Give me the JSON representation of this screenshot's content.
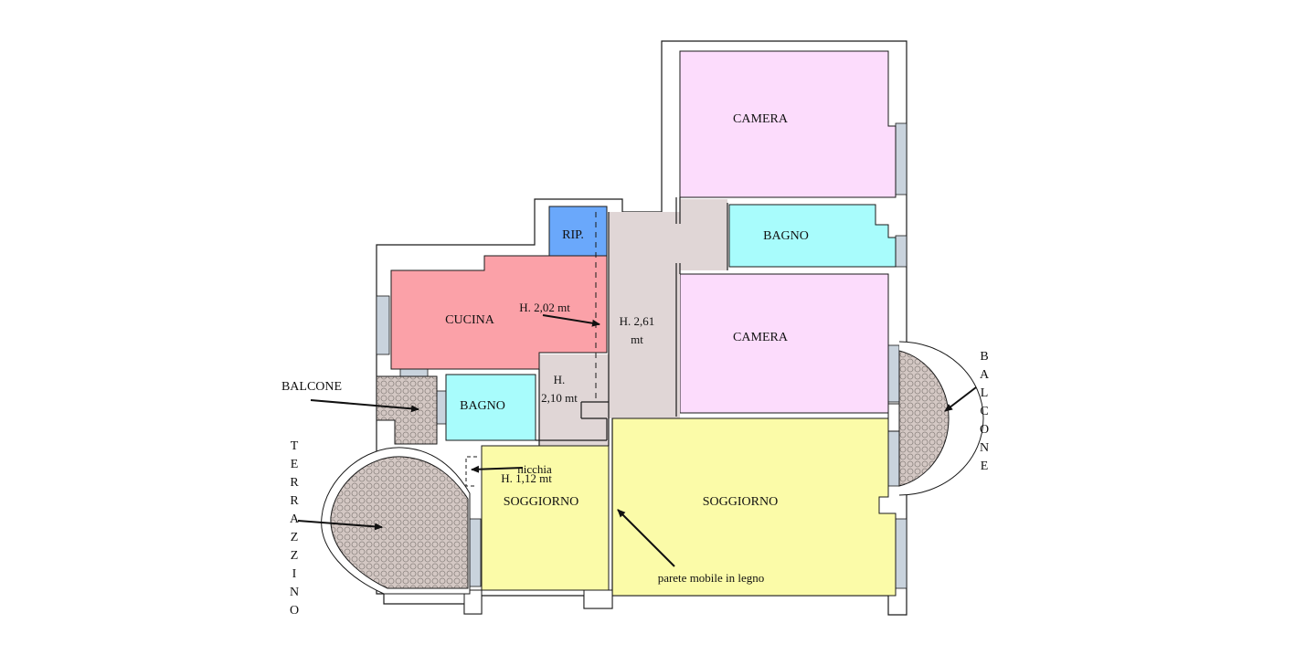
{
  "colors": {
    "wall": "#ffffff",
    "wall_stroke": "#1a1a1a",
    "window": "#c9d3dd",
    "camera": "#fcdcfc",
    "bagno": "#a8fcfc",
    "cucina": "#fba1a8",
    "ripostiglio": "#6aa8fb",
    "soggiorno": "#fbfba8",
    "corridoio": "#e0d6d6",
    "terrace": "#d4c8c4",
    "terrace_pattern": "#8c8480"
  },
  "rooms": {
    "camera_top": "CAMERA",
    "camera_mid": "CAMERA",
    "bagno_right": "BAGNO",
    "bagno_left": "BAGNO",
    "cucina": "CUCINA",
    "rip": "RIP.",
    "soggiorno_small": "SOGGIORNO",
    "soggiorno_large": "SOGGIORNO"
  },
  "annotations": {
    "h_202": "H. 2,02 mt",
    "h_261_a": "H. 2,61",
    "h_261_b": "mt",
    "h_210_a": "H.",
    "h_210_b": "2,10 mt",
    "nicchia": "nicchia",
    "h_112": "H. 1,12 mt",
    "parete": "parete mobile in legno",
    "balcone_left": "BALCONE"
  },
  "vertical_labels": {
    "balcone_right": [
      "B",
      "A",
      "L",
      "C",
      "O",
      "N",
      "E"
    ],
    "terrazzino": [
      "T",
      "E",
      "R",
      "R",
      "A",
      "Z",
      "Z",
      "I",
      "N",
      "O"
    ]
  }
}
